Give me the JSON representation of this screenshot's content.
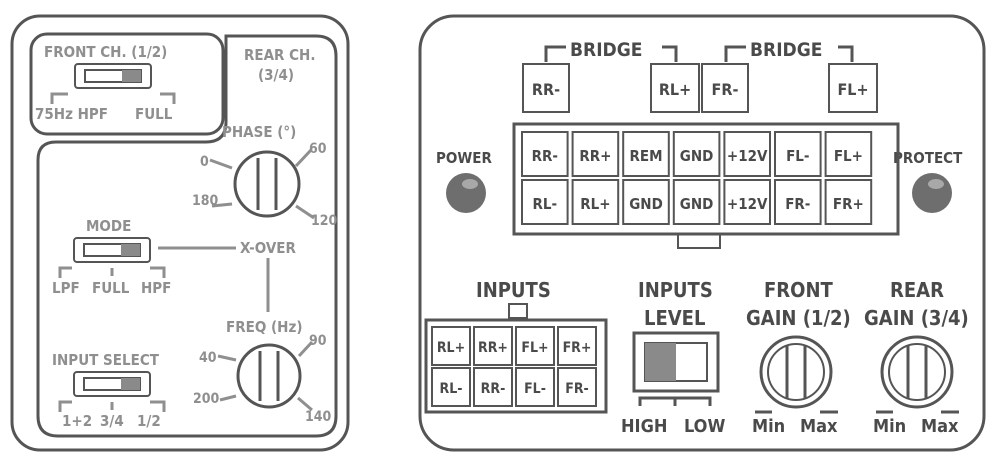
{
  "colors": {
    "line": "#555555",
    "label_gray": "#8f8f8f",
    "label_dark": "#4a4a4a",
    "led": "#6e6e6e",
    "switch_fill": "#8a8a8a"
  },
  "left_panel": {
    "front_ch": {
      "title": "FRONT CH. (1/2)",
      "left": "75Hz HPF",
      "right": "FULL"
    },
    "rear_ch": {
      "line1": "REAR CH.",
      "line2": "(3/4)"
    },
    "phase": {
      "title": "PHASE (°)",
      "t0": "0",
      "t60": "60",
      "t180": "180",
      "t120": "120"
    },
    "mode": {
      "title": "MODE",
      "lpf": "LPF",
      "full": "FULL",
      "hpf": "HPF"
    },
    "xover": "X-OVER",
    "freq": {
      "title": "FREQ (Hz)",
      "t40": "40",
      "t90": "90",
      "t200": "200",
      "t140": "140"
    },
    "input_select": {
      "title": "INPUT SELECT",
      "o1": "1+2",
      "o2": "3/4",
      "o3": "1/2"
    }
  },
  "right_panel": {
    "bridge_left": "BRIDGE",
    "bridge_right": "BRIDGE",
    "bridge_terms": [
      "RR-",
      "RL+",
      "FR-",
      "FL+"
    ],
    "power": "POWER",
    "protect": "PROTECT",
    "terminal_rows": [
      [
        "RR-",
        "RR+",
        "REM",
        "GND",
        "+12V",
        "FL-",
        "FL+"
      ],
      [
        "RL-",
        "RL+",
        "GND",
        "GND",
        "+12V",
        "FR-",
        "FR+"
      ]
    ],
    "inputs": {
      "title": "INPUTS",
      "rows": [
        [
          "RL+",
          "RR+",
          "FL+",
          "FR+"
        ],
        [
          "RL-",
          "RR-",
          "FL-",
          "FR-"
        ]
      ]
    },
    "inputs_level": {
      "line1": "INPUTS",
      "line2": "LEVEL",
      "high": "HIGH",
      "low": "LOW"
    },
    "front_gain": {
      "line1": "FRONT",
      "line2": "GAIN (1/2)",
      "min": "Min",
      "max": "Max"
    },
    "rear_gain": {
      "line1": "REAR",
      "line2": "GAIN (3/4)",
      "min": "Min",
      "max": "Max"
    }
  }
}
